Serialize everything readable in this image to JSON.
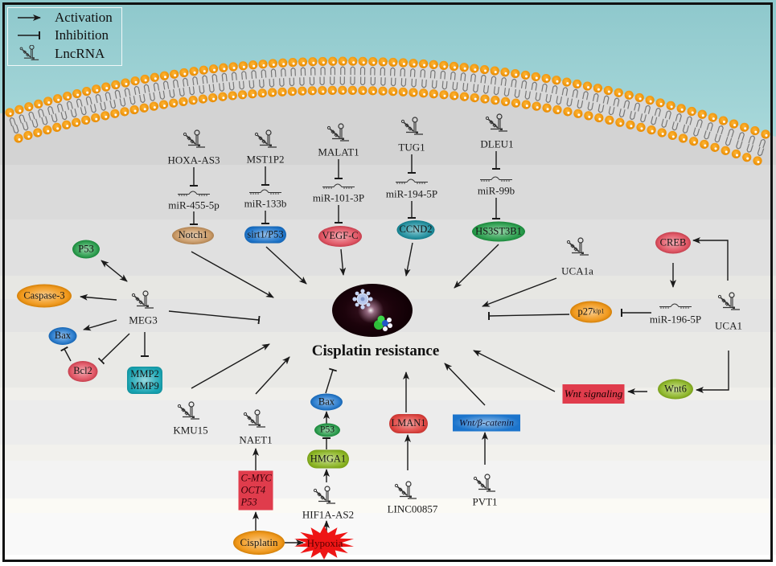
{
  "legend": {
    "items": [
      {
        "label": "Activation",
        "icon": "activation-arrow-icon"
      },
      {
        "label": "Inhibition",
        "icon": "inhibition-bar-icon"
      },
      {
        "label": "LncRNA",
        "icon": "lncrna-icon"
      }
    ]
  },
  "center": {
    "label": "Cisplatin resistance",
    "icon": "cisplatin-cell-icon"
  },
  "top_axes": [
    {
      "lncrna": "HOXA-AS3",
      "mirna": "miR-455-5p",
      "target": "Notch1"
    },
    {
      "lncrna": "MST1P2",
      "mirna": "miR-133b",
      "target": "sirt1/P53"
    },
    {
      "lncrna": "MALAT1",
      "mirna": "miR-101-3P",
      "target": "VEGF-C"
    },
    {
      "lncrna": "TUG1",
      "mirna": "miR-194-5P",
      "target": "CCND2"
    },
    {
      "lncrna": "DLEU1",
      "mirna": "miR-99b",
      "target": "HS3ST3B1"
    }
  ],
  "meg3": {
    "lncrna": "MEG3",
    "p53": "P53",
    "caspase3": "Caspase-3",
    "bax": "Bax",
    "bcl2": "Bcl2",
    "mmp": [
      "MMP2",
      "MMP9"
    ]
  },
  "uca1": {
    "uca1a": "UCA1a",
    "uca1": "UCA1",
    "creb": "CREB",
    "mirna": "miR-196-5P",
    "p27": {
      "base": "p27",
      "sup": "kip1"
    },
    "wnt6": "Wnt6",
    "wnt_signaling": "Wnt signaling"
  },
  "bottom": {
    "kmu15": "KMU15",
    "naet1": "NAET1",
    "tf_box": [
      "C-MYC",
      "OCT4",
      "P53"
    ],
    "cisplatin": "Cisplatin",
    "hypoxia": "Hypoxia",
    "hif1a_as2": "HIF1A-AS2",
    "hmga1": "HMGA1",
    "p53": "P53",
    "bax": "Bax",
    "lman1": "LMAN1",
    "linc00857": "LINC00857",
    "wnt_beta_catenin": "Wnt/β-catenin",
    "pvt1": "PVT1"
  },
  "edges": [
    {
      "from": "HOXA-AS3",
      "to": "miR-455-5p",
      "type": "inhibition"
    },
    {
      "from": "miR-455-5p",
      "to": "Notch1",
      "type": "inhibition"
    },
    {
      "from": "MST1P2",
      "to": "miR-133b",
      "type": "inhibition"
    },
    {
      "from": "miR-133b",
      "to": "sirt1/P53",
      "type": "inhibition"
    },
    {
      "from": "MALAT1",
      "to": "miR-101-3P",
      "type": "inhibition"
    },
    {
      "from": "miR-101-3P",
      "to": "VEGF-C",
      "type": "inhibition"
    },
    {
      "from": "TUG1",
      "to": "miR-194-5P",
      "type": "inhibition"
    },
    {
      "from": "miR-194-5P",
      "to": "CCND2",
      "type": "inhibition"
    },
    {
      "from": "DLEU1",
      "to": "miR-99b",
      "type": "inhibition"
    },
    {
      "from": "miR-99b",
      "to": "HS3ST3B1",
      "type": "inhibition"
    },
    {
      "from": "Notch1",
      "to": "Cisplatin resistance",
      "type": "activation"
    },
    {
      "from": "sirt1/P53",
      "to": "Cisplatin resistance",
      "type": "activation"
    },
    {
      "from": "VEGF-C",
      "to": "Cisplatin resistance",
      "type": "activation"
    },
    {
      "from": "CCND2",
      "to": "Cisplatin resistance",
      "type": "activation"
    },
    {
      "from": "HS3ST3B1",
      "to": "Cisplatin resistance",
      "type": "activation"
    },
    {
      "from": "UCA1a",
      "to": "Cisplatin resistance",
      "type": "activation"
    },
    {
      "from": "p27kip1",
      "to": "Cisplatin resistance",
      "type": "inhibition"
    },
    {
      "from": "UCA1",
      "to": "CREB",
      "type": "activation"
    },
    {
      "from": "CREB",
      "to": "miR-196-5P",
      "type": "activation"
    },
    {
      "from": "miR-196-5P",
      "to": "p27kip1",
      "type": "inhibition"
    },
    {
      "from": "UCA1",
      "to": "Wnt6",
      "type": "activation"
    },
    {
      "from": "Wnt6",
      "to": "Wnt signaling",
      "type": "activation"
    },
    {
      "from": "Wnt signaling",
      "to": "Cisplatin resistance",
      "type": "activation"
    },
    {
      "from": "MEG3",
      "to": "P53",
      "type": "bidirectional"
    },
    {
      "from": "MEG3",
      "to": "Caspase-3",
      "type": "activation"
    },
    {
      "from": "MEG3",
      "to": "Bax",
      "type": "activation"
    },
    {
      "from": "Bcl2",
      "to": "Bax",
      "type": "inhibition"
    },
    {
      "from": "MEG3",
      "to": "Bcl2",
      "type": "inhibition"
    },
    {
      "from": "MEG3",
      "to": "MMP2/MMP9",
      "type": "inhibition"
    },
    {
      "from": "MEG3",
      "to": "Cisplatin resistance",
      "type": "inhibition"
    },
    {
      "from": "KMU15",
      "to": "Cisplatin resistance",
      "type": "activation"
    },
    {
      "from": "NAET1",
      "to": "Cisplatin resistance",
      "type": "activation"
    },
    {
      "from": "C-MYC/OCT4/P53",
      "to": "NAET1",
      "type": "activation"
    },
    {
      "from": "Cisplatin",
      "to": "C-MYC/OCT4/P53",
      "type": "activation"
    },
    {
      "from": "Cisplatin",
      "to": "Hypoxia",
      "type": "activation"
    },
    {
      "from": "Hypoxia",
      "to": "HIF1A-AS2",
      "type": "activation"
    },
    {
      "from": "HIF1A-AS2",
      "to": "HMGA1",
      "type": "activation"
    },
    {
      "from": "HMGA1",
      "to": "P53",
      "type": "inhibition"
    },
    {
      "from": "P53",
      "to": "Bax",
      "type": "activation"
    },
    {
      "from": "Bax",
      "to": "Cisplatin resistance",
      "type": "inhibition"
    },
    {
      "from": "LMAN1",
      "to": "Cisplatin resistance",
      "type": "activation"
    },
    {
      "from": "LINC00857",
      "to": "LMAN1",
      "type": "activation"
    },
    {
      "from": "Wnt/β-catenin",
      "to": "Cisplatin resistance",
      "type": "activation"
    },
    {
      "from": "PVT1",
      "to": "Wnt/β-catenin",
      "type": "activation"
    }
  ],
  "colors": {
    "orange": "#f0920c",
    "red": "#e04a5a",
    "blue": "#1b74cc",
    "green": "#1f9a44",
    "teal": "#178c9c",
    "cyan": "#18a6b4",
    "tan": "#c8955e",
    "lime": "#8ab51f",
    "box_red": "#e03c4c",
    "lman_red": "#e0403c",
    "hypoxia_red": "#ee1515",
    "membrane_teal": "#9ed1d5",
    "lipid_orange": "#f39200"
  }
}
